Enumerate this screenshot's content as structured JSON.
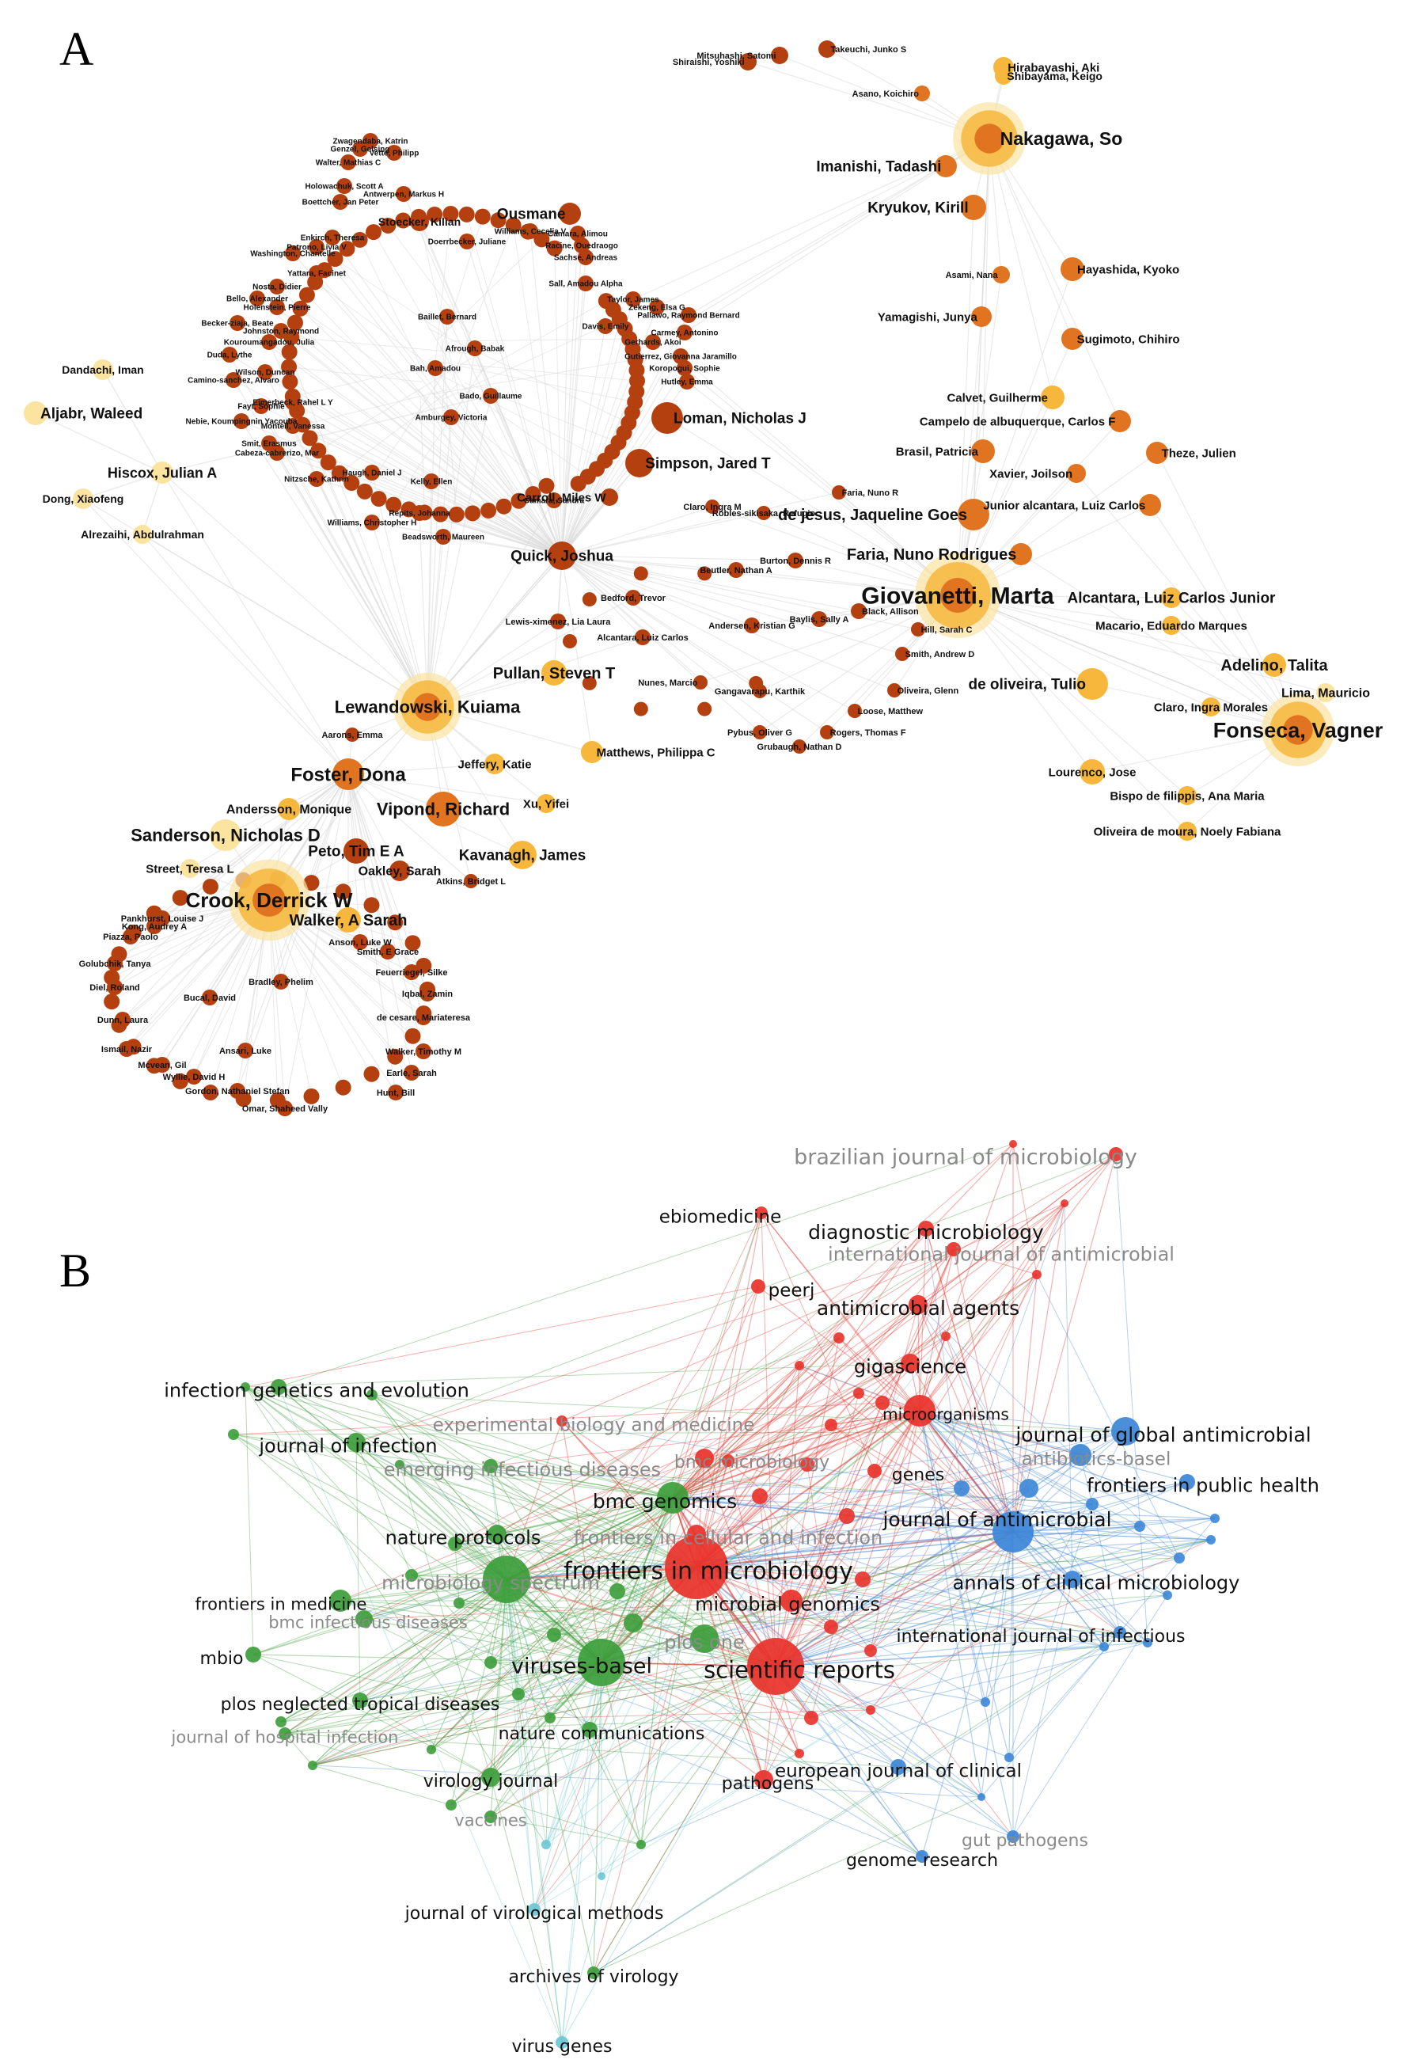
{
  "panels": {
    "a": "A",
    "b": "B"
  },
  "colors": {
    "author_dark": "#b5400f",
    "author_mid": "#e07420",
    "author_light": "#f6b73c",
    "author_pale": "#fbe3a0",
    "edge_a": "#d8d8d8",
    "cluster_red": "#e8322a",
    "cluster_green": "#3c9d3a",
    "cluster_blue": "#3c86d8",
    "cluster_cyan": "#6cc7d6",
    "faded_label": "#8a8a8a"
  },
  "coauthorship_network": {
    "labeled_nodes": [
      {
        "id": "nakagawa",
        "label": "Nakagawa, So"
      },
      {
        "id": "imanishi",
        "label": "Imanishi, Tadashi"
      },
      {
        "id": "kryukov",
        "label": "Kryukov, Kirill"
      },
      {
        "id": "hirabayashi",
        "label": "Hirabayashi, Aki"
      },
      {
        "id": "shibayama",
        "label": "Shibayama, Keigo"
      },
      {
        "id": "asano",
        "label": "Asano, Koichiro"
      },
      {
        "id": "takeuchi",
        "label": "Takeuchi, Junko S"
      },
      {
        "id": "mitsuhashi",
        "label": "Mitsuhashi, Satomi"
      },
      {
        "id": "shiraishi",
        "label": "Shiraishi, Yoshiki"
      },
      {
        "id": "hayashida",
        "label": "Hayashida, Kyoko"
      },
      {
        "id": "asami",
        "label": "Asami, Nana"
      },
      {
        "id": "yamagishi",
        "label": "Yamagishi, Junya"
      },
      {
        "id": "sugimoto",
        "label": "Sugimoto, Chihiro"
      },
      {
        "id": "calvet",
        "label": "Calvet, Guilherme"
      },
      {
        "id": "campelo",
        "label": "Campelo de albuquerque, Carlos F"
      },
      {
        "id": "brasil",
        "label": "Brasil, Patricia"
      },
      {
        "id": "theze",
        "label": "Theze, Julien"
      },
      {
        "id": "xavier",
        "label": "Xavier, Joilson"
      },
      {
        "id": "junior_alc",
        "label": "Junior alcantara, Luiz Carlos"
      },
      {
        "id": "dejesus",
        "label": "de jesus, Jaqueline Goes"
      },
      {
        "id": "faria",
        "label": "Faria, Nuno Rodrigues"
      },
      {
        "id": "faria2",
        "label": "Faria, Nuno R"
      },
      {
        "id": "giovanetti",
        "label": "Giovanetti, Marta"
      },
      {
        "id": "alcantara_jr",
        "label": "Alcantara, Luiz Carlos Junior"
      },
      {
        "id": "macario",
        "label": "Macario, Eduardo Marques"
      },
      {
        "id": "adelino",
        "label": "Adelino, Talita"
      },
      {
        "id": "lima",
        "label": "Lima, Mauricio"
      },
      {
        "id": "deoliveira",
        "label": "de oliveira, Tulio"
      },
      {
        "id": "fonseca",
        "label": "Fonseca, Vagner"
      },
      {
        "id": "claro_ingra",
        "label": "Claro, Ingra Morales"
      },
      {
        "id": "lourenco",
        "label": "Lourenco, Jose"
      },
      {
        "id": "bispo",
        "label": "Bispo de filippis, Ana Maria"
      },
      {
        "id": "oliveira_moura",
        "label": "Oliveira de moura, Noely Fabiana"
      },
      {
        "id": "loman",
        "label": "Loman, Nicholas J"
      },
      {
        "id": "simpson",
        "label": "Simpson, Jared T"
      },
      {
        "id": "quick",
        "label": "Quick, Joshua"
      },
      {
        "id": "carroll",
        "label": "Carroll, Miles W"
      },
      {
        "id": "claro_ingra_m",
        "label": "Claro, Ingra M"
      },
      {
        "id": "robles",
        "label": "Robles-sikisaka, Refugio"
      },
      {
        "id": "burton",
        "label": "Burton, Dennis R"
      },
      {
        "id": "beutler",
        "label": "Beutler, Nathan A"
      },
      {
        "id": "bedford",
        "label": "Bedford, Trevor"
      },
      {
        "id": "lewis",
        "label": "Lewis-ximenez, Lia Laura"
      },
      {
        "id": "alcantara_lc",
        "label": "Alcantara, Luiz Carlos"
      },
      {
        "id": "andersen",
        "label": "Andersen, Kristian G"
      },
      {
        "id": "baylis",
        "label": "Baylis, Sally A"
      },
      {
        "id": "black",
        "label": "Black, Allison"
      },
      {
        "id": "hill",
        "label": "Hill, Sarah C"
      },
      {
        "id": "smith_ad",
        "label": "Smith, Andrew D"
      },
      {
        "id": "nunes",
        "label": "Nunes, Marcio"
      },
      {
        "id": "gangavarapu",
        "label": "Gangavarapu, Karthik"
      },
      {
        "id": "oliveira_g",
        "label": "Oliveira, Glenn"
      },
      {
        "id": "loose",
        "label": "Loose, Matthew"
      },
      {
        "id": "pybus",
        "label": "Pybus, Oliver G"
      },
      {
        "id": "rogers",
        "label": "Rogers, Thomas F"
      },
      {
        "id": "grubaugh",
        "label": "Grubaugh, Nathan D"
      },
      {
        "id": "pullan",
        "label": "Pullan, Steven T"
      },
      {
        "id": "lewandowski",
        "label": "Lewandowski, Kuiama"
      },
      {
        "id": "aarons",
        "label": "Aarons, Emma"
      },
      {
        "id": "jeffery",
        "label": "Jeffery, Katie"
      },
      {
        "id": "matthews",
        "label": "Matthews, Philippa C"
      },
      {
        "id": "foster",
        "label": "Foster, Dona"
      },
      {
        "id": "andersson",
        "label": "Andersson, Monique"
      },
      {
        "id": "vipond",
        "label": "Vipond, Richard"
      },
      {
        "id": "xu",
        "label": "Xu, Yifei"
      },
      {
        "id": "sanderson",
        "label": "Sanderson, Nicholas D"
      },
      {
        "id": "peto",
        "label": "Peto, Tim E A"
      },
      {
        "id": "kavanagh",
        "label": "Kavanagh, James"
      },
      {
        "id": "oakley",
        "label": "Oakley, Sarah"
      },
      {
        "id": "street",
        "label": "Street, Teresa L"
      },
      {
        "id": "atkins",
        "label": "Atkins, Bridget L"
      },
      {
        "id": "crook",
        "label": "Crook, Derrick W"
      },
      {
        "id": "walker_as",
        "label": "Walker, A Sarah"
      },
      {
        "id": "pankhurst",
        "label": "Pankhurst, Louise J"
      },
      {
        "id": "kong",
        "label": "Kong, Audrey A"
      },
      {
        "id": "piazza",
        "label": "Piazza, Paolo"
      },
      {
        "id": "golubchik",
        "label": "Golubchik, Tanya"
      },
      {
        "id": "diel",
        "label": "Diel, Roland"
      },
      {
        "id": "dunn",
        "label": "Dunn, Laura"
      },
      {
        "id": "ismail",
        "label": "Ismail, Nazir"
      },
      {
        "id": "mcvean",
        "label": "Mcvean, Gil"
      },
      {
        "id": "wyllie",
        "label": "Wyllie, David H"
      },
      {
        "id": "gordon",
        "label": "Gordon, Nathaniel Stefan"
      },
      {
        "id": "omar",
        "label": "Omar, Shaheed Vally"
      },
      {
        "id": "bucal",
        "label": "Bucal, David"
      },
      {
        "id": "bradley",
        "label": "Bradley, Phelim"
      },
      {
        "id": "ansari",
        "label": "Ansari, Luke"
      },
      {
        "id": "anson",
        "label": "Anson, Luke W"
      },
      {
        "id": "smith_ep",
        "label": "Smith, E Grace"
      },
      {
        "id": "feuerriegel",
        "label": "Feuerriegel, Silke"
      },
      {
        "id": "iqbal",
        "label": "Iqbal, Zamin"
      },
      {
        "id": "decesare",
        "label": "de cesare, Mariateresa"
      },
      {
        "id": "walker_tm",
        "label": "Walker, Timothy M"
      },
      {
        "id": "earle",
        "label": "Earle, Sarah"
      },
      {
        "id": "hunt",
        "label": "Hunt, Bill"
      },
      {
        "id": "ousmane",
        "label": "Ousmane"
      },
      {
        "id": "stoecker",
        "label": "Stoecker, Kilian"
      },
      {
        "id": "zwagendaba",
        "label": "Zwagendaba, Katrin"
      },
      {
        "id": "genzel",
        "label": "Genzel, Gelsing"
      },
      {
        "id": "vette",
        "label": "Vette, Philipp"
      },
      {
        "id": "walter",
        "label": "Walter, Mathias C"
      },
      {
        "id": "antwerpen",
        "label": "Antwerpen, Markus H"
      },
      {
        "id": "holowachuk",
        "label": "Holowachuk, Scott A"
      },
      {
        "id": "boettcher",
        "label": "Boettcher, Jan Peter"
      },
      {
        "id": "doerrbecker",
        "label": "Doerrbecker, Juliane"
      },
      {
        "id": "williams_cv",
        "label": "Williams, Cecelia V"
      },
      {
        "id": "camara_al",
        "label": "Camara, Alimou"
      },
      {
        "id": "racine",
        "label": "Racine, Ouedraogo"
      },
      {
        "id": "sachse",
        "label": "Sachse, Andreas"
      },
      {
        "id": "enkirch",
        "label": "Enkirch, Theresa"
      },
      {
        "id": "patrono",
        "label": "Patrono, Livia V"
      },
      {
        "id": "washington",
        "label": "Washington, Chantelle"
      },
      {
        "id": "yattara",
        "label": "Yattara, Facinet"
      },
      {
        "id": "nosta",
        "label": "Nosta, Didier"
      },
      {
        "id": "bello",
        "label": "Bello, Alexander"
      },
      {
        "id": "holenstein",
        "label": "Holenstein, Pierre"
      },
      {
        "id": "becker",
        "label": "Becker-ziaja, Beate"
      },
      {
        "id": "johnston",
        "label": "Johnston, Raymond"
      },
      {
        "id": "kourouma",
        "label": "Kouroumangadou, Julia"
      },
      {
        "id": "duda",
        "label": "Duda, Lythe"
      },
      {
        "id": "wilson",
        "label": "Wilson, Duncan"
      },
      {
        "id": "camino",
        "label": "Camino-sanchez, Alvaro"
      },
      {
        "id": "eimerbeck",
        "label": "Eimerbeck, Rahel L Y"
      },
      {
        "id": "fayt",
        "label": "Fayt, Sophie"
      },
      {
        "id": "nebie",
        "label": "Nebie, Koumpingnin Yacouba"
      },
      {
        "id": "monteil",
        "label": "Monteil, Vanessa"
      },
      {
        "id": "smit",
        "label": "Smit, Erasmus"
      },
      {
        "id": "cabeza",
        "label": "Cabeza-cabrerizo, Mar"
      },
      {
        "id": "nitzsche",
        "label": "Nitzsche, Kathrin"
      },
      {
        "id": "haugh",
        "label": "Haugh, Daniel J"
      },
      {
        "id": "kelly",
        "label": "Kelly, Ellen"
      },
      {
        "id": "williams_c",
        "label": "Williams, Christopher H"
      },
      {
        "id": "repits",
        "label": "Repits, Johanna"
      },
      {
        "id": "beadsworth",
        "label": "Beadsworth, Maureen"
      },
      {
        "id": "baillet",
        "label": "Baillet, Bernard"
      },
      {
        "id": "afrough",
        "label": "Afrough, Babak"
      },
      {
        "id": "bah",
        "label": "Bah, Amadou"
      },
      {
        "id": "bado",
        "label": "Bado, Guillaume"
      },
      {
        "id": "amburgey",
        "label": "Amburgey, Victoria"
      },
      {
        "id": "sall",
        "label": "Sall, Amadou Alpha"
      },
      {
        "id": "taylor",
        "label": "Taylor, James"
      },
      {
        "id": "zekeng",
        "label": "Zekeng, Elsa G"
      },
      {
        "id": "pallawo",
        "label": "Pallawo, Raymond Bernard"
      },
      {
        "id": "davis",
        "label": "Davis, Emily"
      },
      {
        "id": "carmey",
        "label": "Carmey, Antonino"
      },
      {
        "id": "gerhards",
        "label": "Gerhards, Akoi"
      },
      {
        "id": "gutierrez",
        "label": "Gutierrez, Giovanna Jaramillo"
      },
      {
        "id": "koropogui",
        "label": "Koropogui, Sophie"
      },
      {
        "id": "hutley",
        "label": "Hutley, Emma"
      },
      {
        "id": "camara_ss",
        "label": "Camara, Sandra"
      },
      {
        "id": "dandachi",
        "label": "Dandachi, Iman"
      },
      {
        "id": "aljabr",
        "label": "Aljabr, Waleed"
      },
      {
        "id": "hiscox",
        "label": "Hiscox, Julian A"
      },
      {
        "id": "dong",
        "label": "Dong, Xiaofeng"
      },
      {
        "id": "alrezaihi",
        "label": "Alrezaihi, Abdulrahman"
      }
    ]
  },
  "journal_network": {
    "labeled_nodes": [
      {
        "id": "brazilian",
        "label": "brazilian journal of microbiology"
      },
      {
        "id": "ebiomedicine",
        "label": "ebiomedicine"
      },
      {
        "id": "diagnostic",
        "label": "diagnostic microbiology"
      },
      {
        "id": "intl_antimicrobial",
        "label": "international journal of antimicrobial"
      },
      {
        "id": "peerj",
        "label": "peerj"
      },
      {
        "id": "antimicrobial_agents",
        "label": "antimicrobial agents"
      },
      {
        "id": "gigascience",
        "label": "gigascience"
      },
      {
        "id": "infection_genetics",
        "label": "infection genetics and evolution"
      },
      {
        "id": "microorganisms",
        "label": "microorganisms"
      },
      {
        "id": "experimental_biology",
        "label": "experimental biology and medicine"
      },
      {
        "id": "journal_global_antimicrobial",
        "label": "journal of global antimicrobial"
      },
      {
        "id": "journal_infection",
        "label": "journal of infection"
      },
      {
        "id": "bmc_microbiology",
        "label": "bmc microbiology"
      },
      {
        "id": "antibiotics_basel",
        "label": "antibiotics-basel"
      },
      {
        "id": "emerging_infectious",
        "label": "emerging infectious diseases"
      },
      {
        "id": "genes",
        "label": "genes"
      },
      {
        "id": "frontiers_public_health",
        "label": "frontiers in public health"
      },
      {
        "id": "bmc_genomics",
        "label": "bmc genomics"
      },
      {
        "id": "journal_antimicrobial",
        "label": "journal of antimicrobial"
      },
      {
        "id": "nature_protocols",
        "label": "nature protocols"
      },
      {
        "id": "frontiers_cellular",
        "label": "frontiers in cellular and infection"
      },
      {
        "id": "frontiers_microbiology",
        "label": "frontiers in microbiology"
      },
      {
        "id": "annals_clinical",
        "label": "annals of clinical microbiology"
      },
      {
        "id": "microbiology_spectrum",
        "label": "microbiology spectrum"
      },
      {
        "id": "microbial_genomics",
        "label": "microbial genomics"
      },
      {
        "id": "frontiers_medicine",
        "label": "frontiers in medicine"
      },
      {
        "id": "bmc_infectious",
        "label": "bmc infectious diseases"
      },
      {
        "id": "intl_infectious",
        "label": "international journal of infectious"
      },
      {
        "id": "plos_one",
        "label": "plos one"
      },
      {
        "id": "mbio",
        "label": "mbio"
      },
      {
        "id": "viruses_basel",
        "label": "viruses-basel"
      },
      {
        "id": "scientific_reports",
        "label": "scientific reports"
      },
      {
        "id": "plos_ntd",
        "label": "plos neglected tropical diseases"
      },
      {
        "id": "journal_hospital",
        "label": "journal of hospital infection"
      },
      {
        "id": "nature_communications",
        "label": "nature communications"
      },
      {
        "id": "european_clinical",
        "label": "european journal of clinical"
      },
      {
        "id": "virology_journal",
        "label": "virology journal"
      },
      {
        "id": "pathogens",
        "label": "pathogens"
      },
      {
        "id": "vaccines",
        "label": "vaccines"
      },
      {
        "id": "gut_pathogens",
        "label": "gut pathogens"
      },
      {
        "id": "genome_research",
        "label": "genome research"
      },
      {
        "id": "journal_virological",
        "label": "journal of virological methods"
      },
      {
        "id": "archives_virology",
        "label": "archives of virology"
      },
      {
        "id": "virus_genes",
        "label": "virus genes"
      }
    ]
  }
}
